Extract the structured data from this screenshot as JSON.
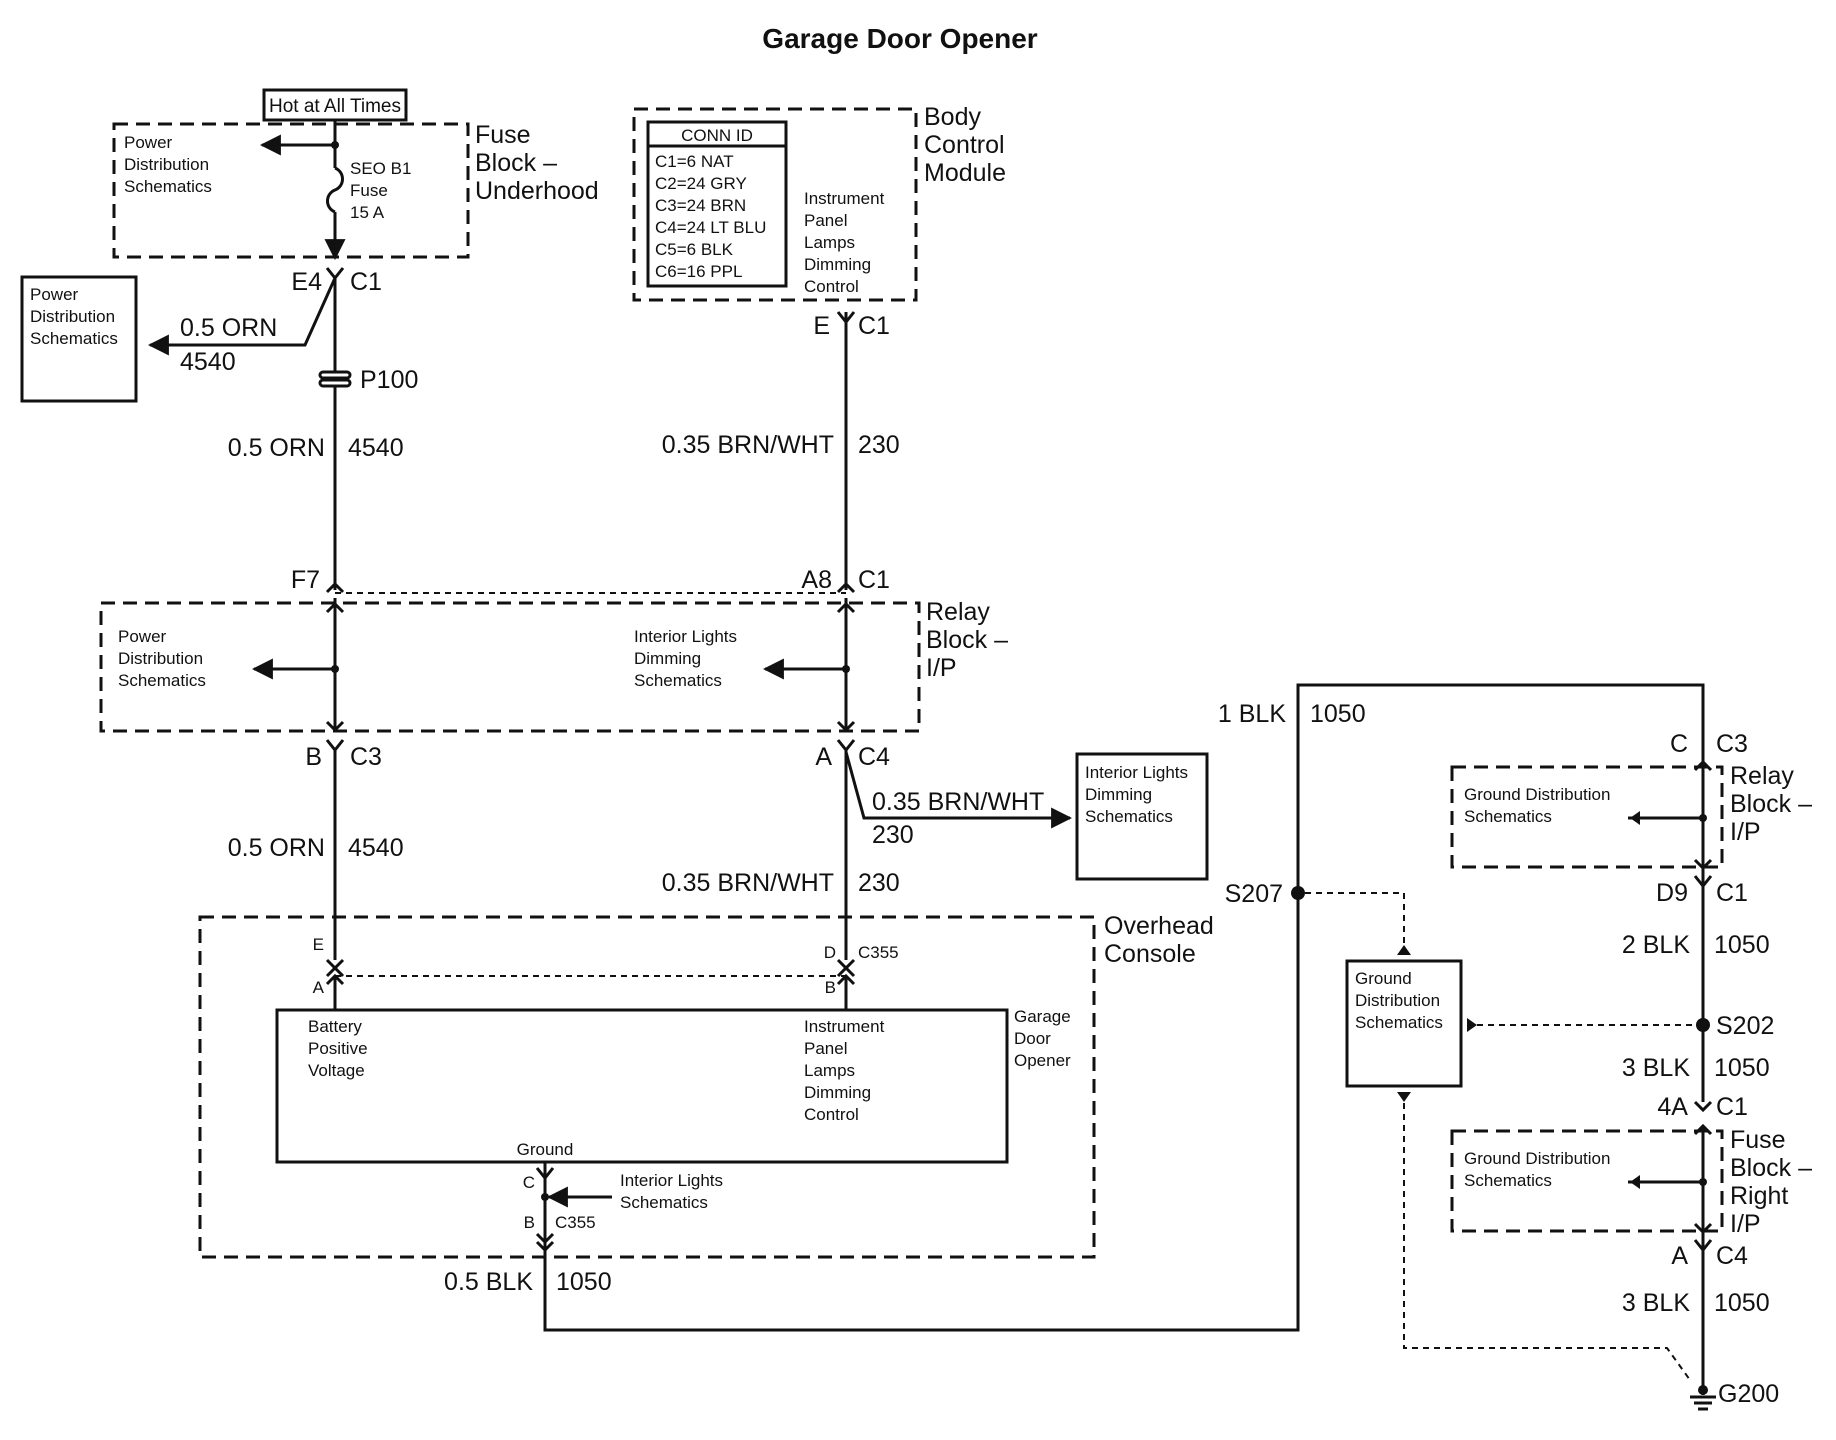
{
  "title": "Garage Door Opener",
  "hot_label": "Hot at All Times",
  "fuse_block_underhood": {
    "name_lines": [
      "Fuse",
      "Block –",
      "Underhood"
    ],
    "power_dist_lines": [
      "Power",
      "Distribution",
      "Schematics"
    ],
    "fuse_lines": [
      "SEO B1",
      "Fuse",
      "15 A"
    ],
    "pin": "E4",
    "conn": "C1"
  },
  "power_dist_box_left": {
    "lines": [
      "Power",
      "Distribution",
      "Schematics"
    ],
    "wire_gauge": "0.5 ORN",
    "circuit": "4540"
  },
  "p100": "P100",
  "wire_4540_upper": {
    "gauge": "0.5 ORN",
    "circuit": "4540"
  },
  "bcm": {
    "name_lines": [
      "Body",
      "Control",
      "Module"
    ],
    "conn_id_header": "CONN ID",
    "conn_ids": [
      "C1=6 NAT",
      "C2=24 GRY",
      "C3=24 BRN",
      "C4=24 LT BLU",
      "C5=6 BLK",
      "C6=16 PPL"
    ],
    "function_lines": [
      "Instrument",
      "Panel",
      "Lamps",
      "Dimming",
      "Control"
    ],
    "pin": "E",
    "conn": "C1"
  },
  "wire_230_upper": {
    "gauge": "0.35 BRN/WHT",
    "circuit": "230"
  },
  "relay_block_ip": {
    "name_lines": [
      "Relay",
      "Block –",
      "I/P"
    ],
    "left_dest_lines": [
      "Power",
      "Distribution",
      "Schematics"
    ],
    "mid_dest_lines": [
      "Interior Lights",
      "Dimming",
      "Schematics"
    ],
    "top_left_pin": "F7",
    "top_mid_pin": "A8",
    "top_mid_conn": "C1",
    "bottom_left_pin": "B",
    "bottom_left_conn": "C3",
    "bottom_mid_pin": "A",
    "bottom_mid_conn": "C4"
  },
  "ild_box_right": {
    "lines": [
      "Interior Lights",
      "Dimming",
      "Schematics"
    ],
    "gauge": "0.35 BRN/WHT",
    "circuit": "230"
  },
  "wire_4540_lower": {
    "gauge": "0.5 ORN",
    "circuit": "4540"
  },
  "wire_230_lower": {
    "gauge": "0.35 BRN/WHT",
    "circuit": "230"
  },
  "overhead_console": {
    "name_lines": [
      "Overhead",
      "Console"
    ],
    "pin_e": "E",
    "pin_a": "A",
    "pin_d": "D",
    "pin_b": "B",
    "conn": "C355",
    "gdo_lines": [
      "Garage",
      "Door",
      "Opener"
    ],
    "battery_lines": [
      "Battery",
      "Positive",
      "Voltage"
    ],
    "ipl_lines": [
      "Instrument",
      "Panel",
      "Lamps",
      "Dimming",
      "Control"
    ],
    "ground_label": "Ground",
    "gnd_pin_c": "C",
    "gnd_pin_b": "B",
    "gnd_conn": "C355",
    "il_lines": [
      "Interior Lights",
      "Schematics"
    ]
  },
  "wire_1050_bottom": {
    "gauge": "0.5 BLK",
    "circuit": "1050"
  },
  "wire_1050_top": {
    "gauge": "1 BLK",
    "circuit": "1050"
  },
  "s207": "S207",
  "gds_center": {
    "lines": [
      "Ground",
      "Distribution",
      "Schematics"
    ]
  },
  "relay_block_right": {
    "name_lines": [
      "Relay",
      "Block –",
      "I/P"
    ],
    "gds_lines": [
      "Ground Distribution",
      "Schematics"
    ],
    "top_pin": "C",
    "top_conn": "C3",
    "bottom_pin": "D9",
    "bottom_conn": "C1"
  },
  "wire_2blk": {
    "gauge": "2 BLK",
    "circuit": "1050"
  },
  "s202": "S202",
  "wire_3blk_a": {
    "gauge": "3 BLK",
    "circuit": "1050"
  },
  "fuse_block_right": {
    "name_lines": [
      "Fuse",
      "Block –",
      "Right",
      "I/P"
    ],
    "gds_lines": [
      "Ground Distribution",
      "Schematics"
    ],
    "top_pin": "4A",
    "top_conn": "C1",
    "bottom_pin": "A",
    "bottom_conn": "C4"
  },
  "wire_3blk_b": {
    "gauge": "3 BLK",
    "circuit": "1050"
  },
  "g200": "G200"
}
